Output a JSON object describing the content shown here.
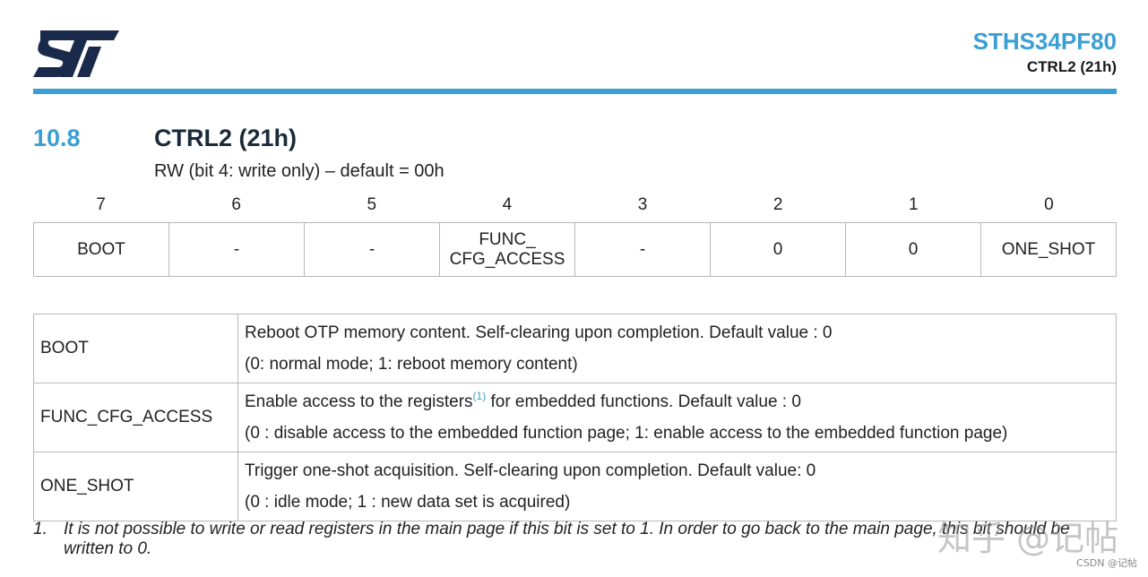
{
  "header": {
    "logo_icon": "st-logo-icon",
    "part_number": "STHS34PF80",
    "register_title": "CTRL2 (21h)",
    "accent_color": "#3a9fd4"
  },
  "section": {
    "number": "10.8",
    "title": "CTRL2 (21h)",
    "subtitle": "RW (bit 4: write only) – default = 00h"
  },
  "bit_numbers": [
    "7",
    "6",
    "5",
    "4",
    "3",
    "2",
    "1",
    "0"
  ],
  "bit_fields": [
    {
      "line1": "BOOT",
      "line2": ""
    },
    {
      "line1": "-",
      "line2": ""
    },
    {
      "line1": "-",
      "line2": ""
    },
    {
      "line1": "FUNC_",
      "line2": "CFG_ACCESS"
    },
    {
      "line1": "-",
      "line2": ""
    },
    {
      "line1": "0",
      "line2": ""
    },
    {
      "line1": "0",
      "line2": ""
    },
    {
      "line1": "ONE_SHOT",
      "line2": ""
    }
  ],
  "descriptions": [
    {
      "name": "BOOT",
      "line1": "Reboot OTP memory content. Self-clearing upon completion. Default value : 0",
      "line2": "(0: normal mode; 1: reboot memory content)"
    },
    {
      "name": "FUNC_CFG_ACCESS",
      "line1_a": "Enable access to the registers",
      "line1_ref": "(1)",
      "line1_b": " for embedded functions. Default value : 0",
      "line2": "(0 : disable access to the embedded function page; 1: enable access to the embedded function page)"
    },
    {
      "name": "ONE_SHOT",
      "line1": "Trigger one-shot acquisition. Self-clearing upon completion. Default value: 0",
      "line2": "(0 : idle mode; 1 : new data set is acquired)"
    }
  ],
  "footnote": {
    "number": "1.",
    "text": "It is not possible to write or read registers in the main page if this bit is set to 1. In order to go back to the main page, this bit should be written to 0."
  },
  "watermark": {
    "text": "知乎 @记帖",
    "credit": "CSDN @记帖"
  }
}
